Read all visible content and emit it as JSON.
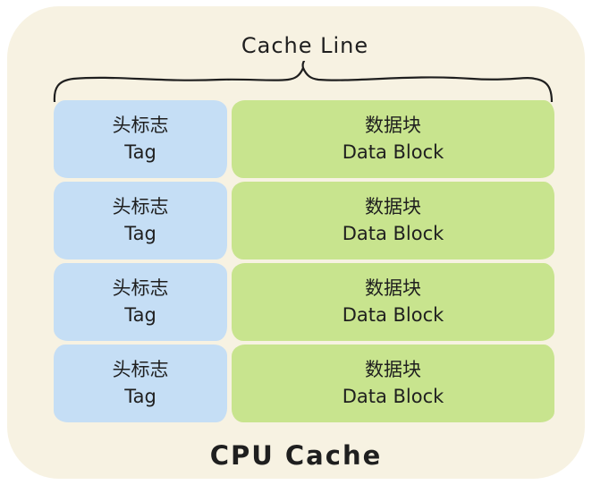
{
  "diagram": {
    "top_label": "Cache Line",
    "bottom_label": "CPU Cache",
    "colors": {
      "background": "#ffffff",
      "panel": "#f7f2e2",
      "tag_fill": "#c5def5",
      "data_fill": "#c8e48e",
      "line": "#1f1f1f",
      "text": "#1f1f1f"
    },
    "rows": [
      {
        "tag_zh": "头标志",
        "tag_en": "Tag",
        "data_zh": "数据块",
        "data_en": "Data Block"
      },
      {
        "tag_zh": "头标志",
        "tag_en": "Tag",
        "data_zh": "数据块",
        "data_en": "Data Block"
      },
      {
        "tag_zh": "头标志",
        "tag_en": "Tag",
        "data_zh": "数据块",
        "data_en": "Data Block"
      },
      {
        "tag_zh": "头标志",
        "tag_en": "Tag",
        "data_zh": "数据块",
        "data_en": "Data Block"
      }
    ]
  }
}
